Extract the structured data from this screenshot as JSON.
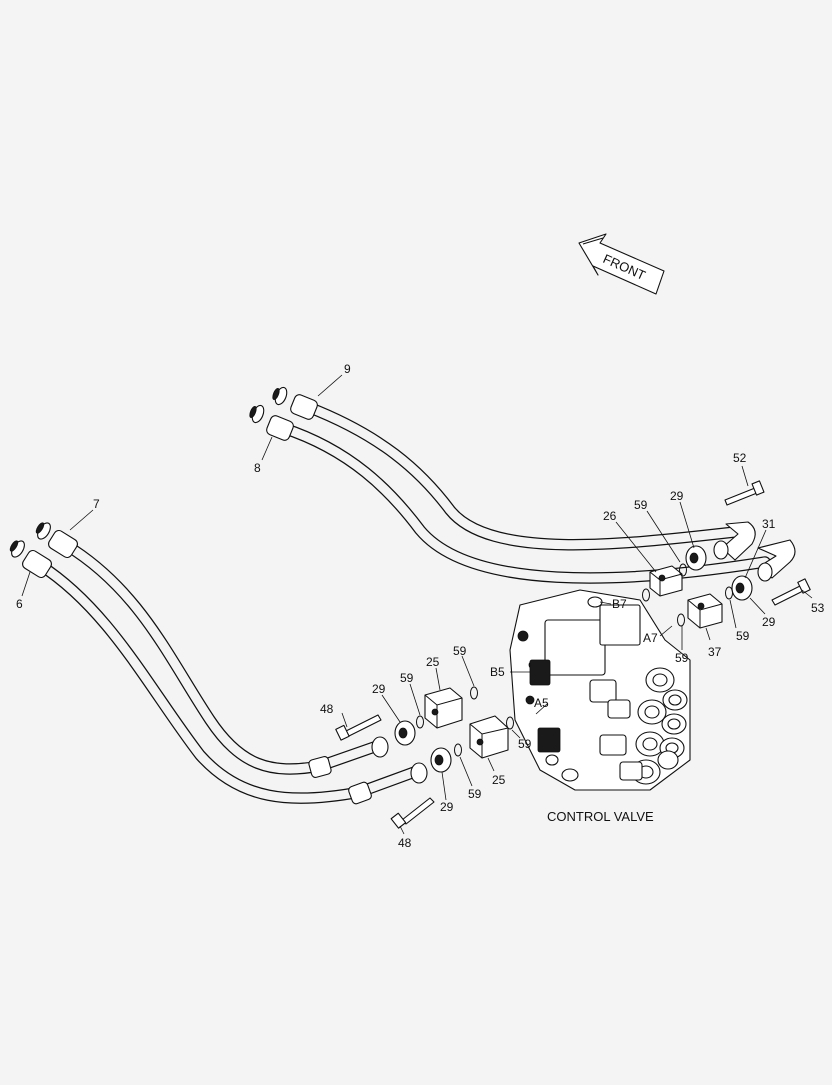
{
  "callouts": [
    {
      "id": "c9",
      "text": "9"
    },
    {
      "id": "c8",
      "text": "8"
    },
    {
      "id": "c7",
      "text": "7"
    },
    {
      "id": "c6",
      "text": "6"
    },
    {
      "id": "c52",
      "text": "52"
    },
    {
      "id": "c29a",
      "text": "29"
    },
    {
      "id": "c59a",
      "text": "59"
    },
    {
      "id": "c26",
      "text": "26"
    },
    {
      "id": "c31",
      "text": "31"
    },
    {
      "id": "c53",
      "text": "53"
    },
    {
      "id": "c29b",
      "text": "29"
    },
    {
      "id": "c59b",
      "text": "59"
    },
    {
      "id": "c37",
      "text": "37"
    },
    {
      "id": "c59c",
      "text": "59"
    },
    {
      "id": "cB7",
      "text": "B7"
    },
    {
      "id": "cA7",
      "text": "A7"
    },
    {
      "id": "c25a",
      "text": "25"
    },
    {
      "id": "c59d",
      "text": "59"
    },
    {
      "id": "c59e",
      "text": "59"
    },
    {
      "id": "cB5",
      "text": "B5"
    },
    {
      "id": "c29c",
      "text": "29"
    },
    {
      "id": "cA5",
      "text": "A5"
    },
    {
      "id": "c48a",
      "text": "48"
    },
    {
      "id": "c59f",
      "text": "59"
    },
    {
      "id": "c25b",
      "text": "25"
    },
    {
      "id": "c59g",
      "text": "59"
    },
    {
      "id": "c29d",
      "text": "29"
    },
    {
      "id": "c48b",
      "text": "48"
    }
  ],
  "control_valve_label": "CONTROL VALVE",
  "front_arrow_label": "FRONT",
  "colors": {
    "background": "#f4f4f4",
    "line": "#111111"
  }
}
